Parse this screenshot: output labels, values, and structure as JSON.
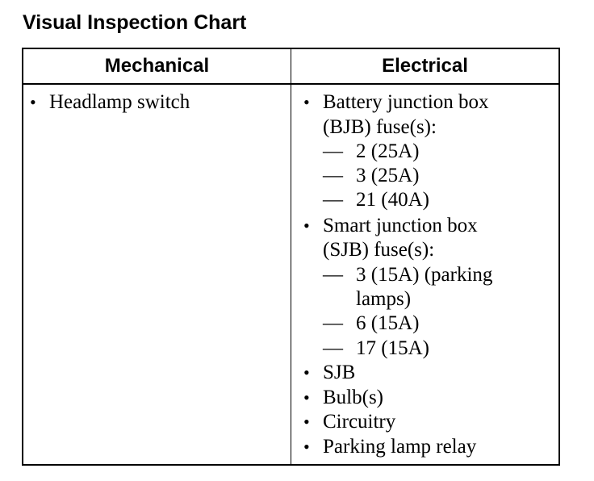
{
  "title": "Visual Inspection Chart",
  "table": {
    "headers": [
      "Mechanical",
      "Electrical"
    ],
    "bullet_glyph": "•",
    "dash_glyph": "—",
    "mechanical": {
      "item_0": "Headlamp switch"
    },
    "electrical": {
      "bjb_l1": "Battery junction box",
      "bjb_l2": "(BJB) fuse(s):",
      "bjb_s0": "2 (25A)",
      "bjb_s1": "3 (25A)",
      "bjb_s2": "21 (40A)",
      "sjb_l1": "Smart junction box",
      "sjb_l2": "(SJB) fuse(s):",
      "sjb_s0_l1": "3 (15A) (parking",
      "sjb_s0_l2": "lamps)",
      "sjb_s1": "6 (15A)",
      "sjb_s2": "17 (15A)",
      "item_sjb": "SJB",
      "item_bulbs": "Bulb(s)",
      "item_circuitry": "Circuitry",
      "item_relay": "Parking lamp relay"
    }
  }
}
